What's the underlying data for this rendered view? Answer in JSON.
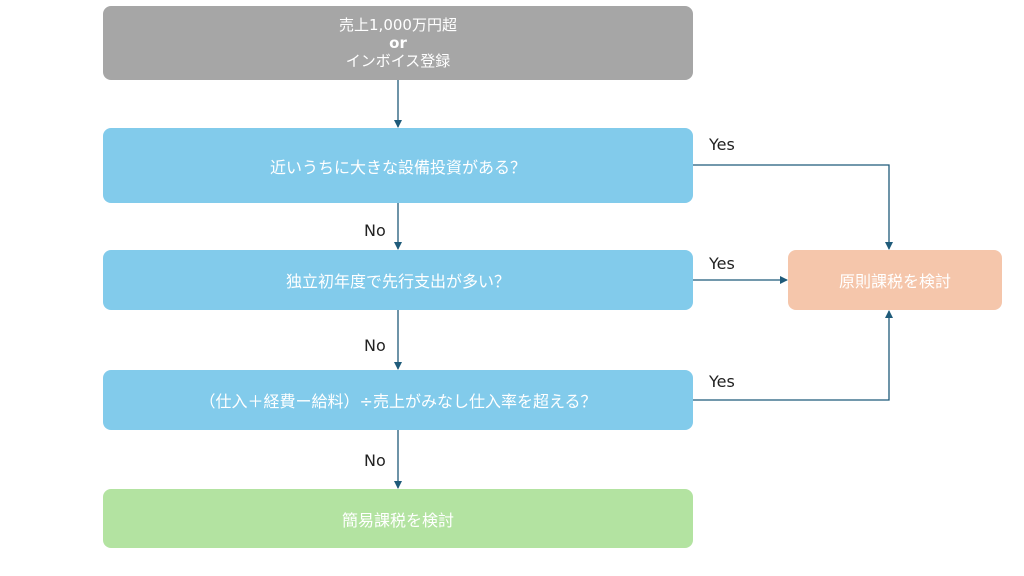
{
  "nodes": {
    "start": {
      "line1": "売上1,000万円超",
      "line2": "or",
      "line3": "インボイス登録"
    },
    "q1": "近いうちに大きな設備投資がある？",
    "q2": "独立初年度で先行支出が多い？",
    "q3": "（仕入＋経費ー給料）÷売上がみなし仕入率を超える？",
    "principle": "原則課税を検討",
    "simple": "簡易課税を検討"
  },
  "edge_labels": {
    "q1_yes": "Yes",
    "q1_no": "No",
    "q2_yes": "Yes",
    "q2_no": "No",
    "q3_yes": "Yes",
    "q3_no": "No"
  },
  "colors": {
    "start": "#a6a6a6",
    "question": "#82cbeb",
    "principle": "#f5c6ab",
    "simple": "#b3e3a1",
    "connector": "#1f5b7a"
  }
}
